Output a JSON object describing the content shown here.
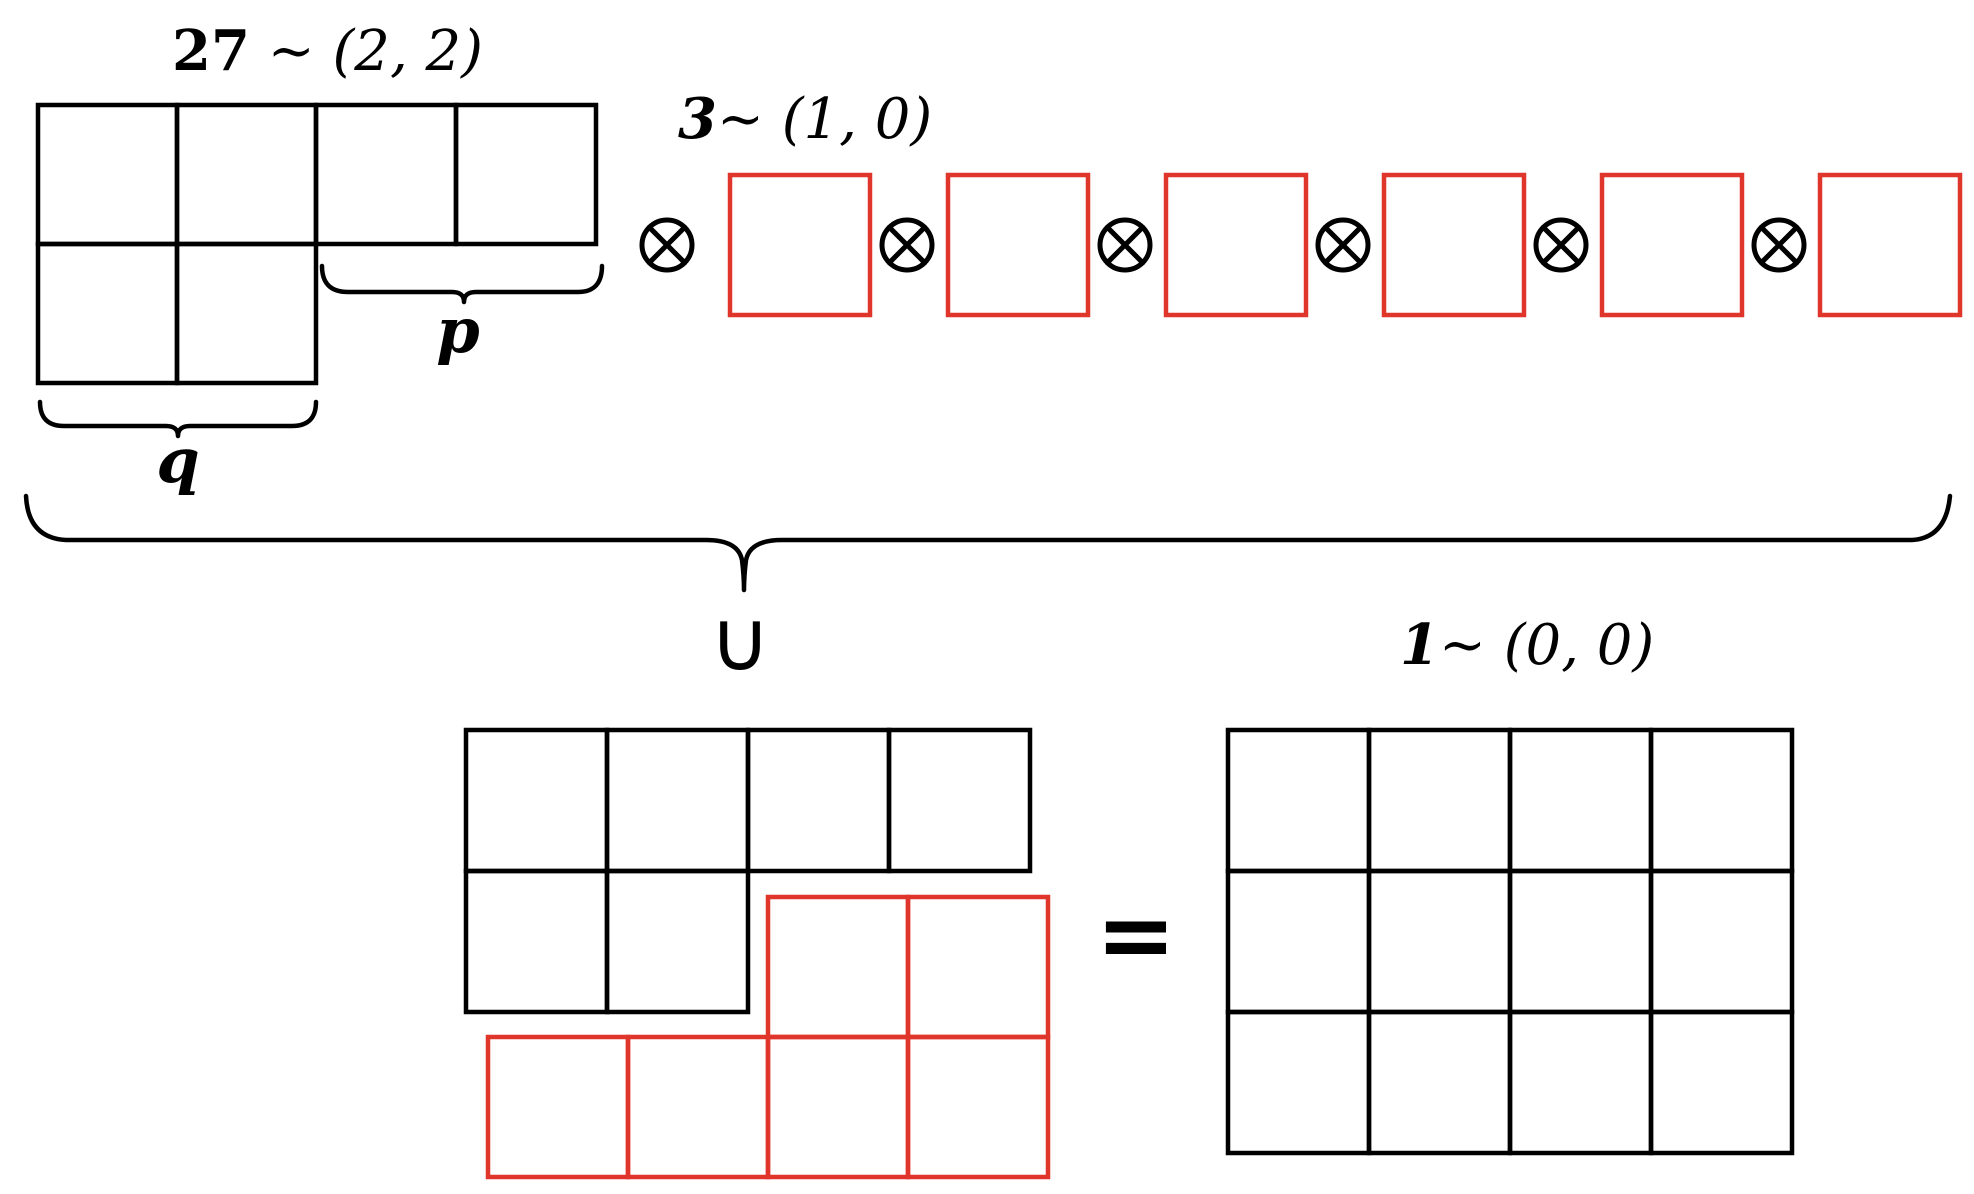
{
  "labels": {
    "rep27_num": "27",
    "rep27_rest": " ~ (2, 2)",
    "rep3_num": "3",
    "rep3_rest": "~ (1, 0)",
    "rep1_num": "1",
    "rep1_rest": "~ (0, 0)"
  },
  "variables": {
    "p": "p",
    "q": "q"
  },
  "operators": {
    "tensor": "⊗",
    "union": "∪",
    "equals": "="
  },
  "tensor_count": 6,
  "colors": {
    "black": "#000000",
    "red": "#e0352b"
  }
}
